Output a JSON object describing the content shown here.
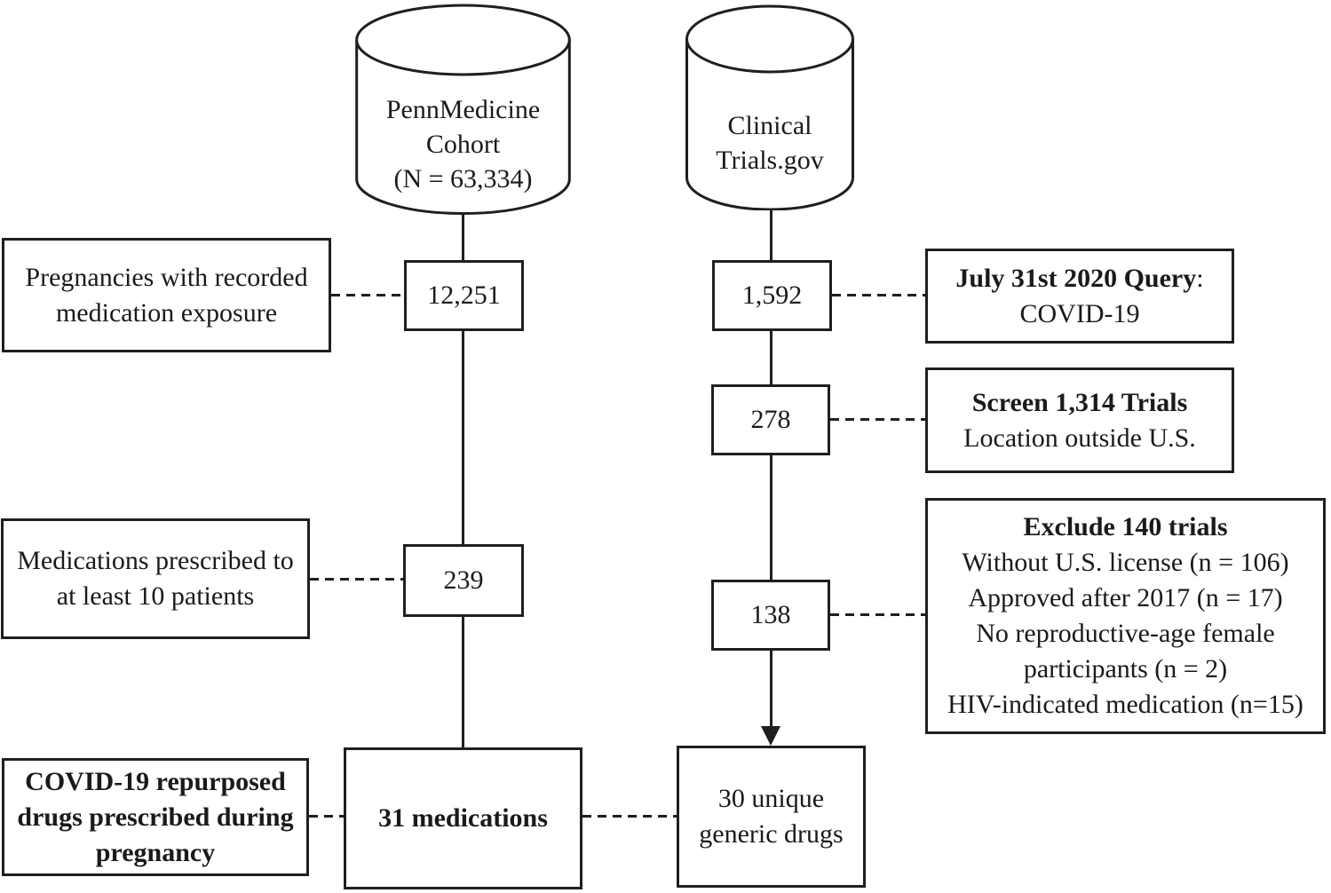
{
  "diagram": {
    "colors": {
      "line": "#1f1f1f",
      "background": "#ffffff",
      "text": "#1a1a1a"
    },
    "cylinders": {
      "penn": {
        "label": "PennMedicine\nCohort\n(N = 63,334)"
      },
      "clinicaltrials": {
        "label": "Clinical\nTrials.gov"
      }
    },
    "left_column": {
      "note_pregnancies": "Pregnancies with recorded\nmedication exposure",
      "count_12251": "12,251",
      "note_medications_10": "Medications prescribed to\nat least 10 patients",
      "count_239": "239",
      "note_covid_repurposed": "COVID-19 repurposed\ndrugs prescribed during\npregnancy",
      "result_31_medications": "31 medications"
    },
    "right_column": {
      "count_1592": "1,592",
      "note_july_query": {
        "bold": "July 31st 2020 Query",
        "suffix": ":",
        "line2": "COVID-19"
      },
      "count_278": "278",
      "note_screen": {
        "bold": "Screen 1,314 Trials",
        "line2": "Location outside U.S."
      },
      "count_138": "138",
      "note_exclude": {
        "bold": "Exclude 140 trials",
        "body": "Without U.S. license (n = 106)\nApproved after 2017 (n = 17)\nNo reproductive-age female\nparticipants (n = 2)\nHIV-indicated medication (n=15)"
      },
      "result_30_unique": "30 unique\ngeneric drugs"
    }
  }
}
